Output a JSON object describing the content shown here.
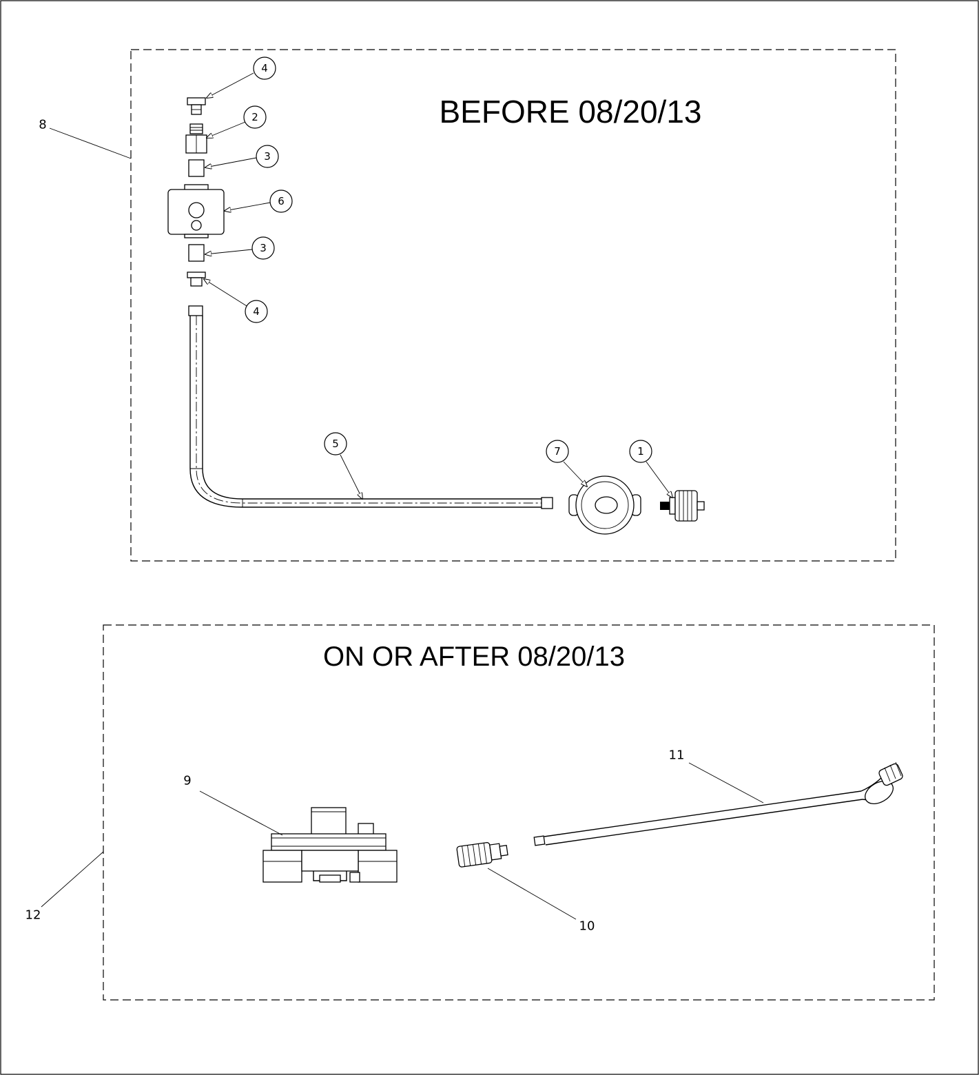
{
  "before_section": {
    "title": "BEFORE 08/20/13",
    "assembly_label": "8",
    "balloons": [
      "4",
      "2",
      "3",
      "6",
      "3",
      "4",
      "5",
      "7",
      "1"
    ]
  },
  "after_section": {
    "title": "ON OR AFTER 08/20/13",
    "assembly_label": "12",
    "labels": [
      "9",
      "10",
      "11"
    ]
  }
}
